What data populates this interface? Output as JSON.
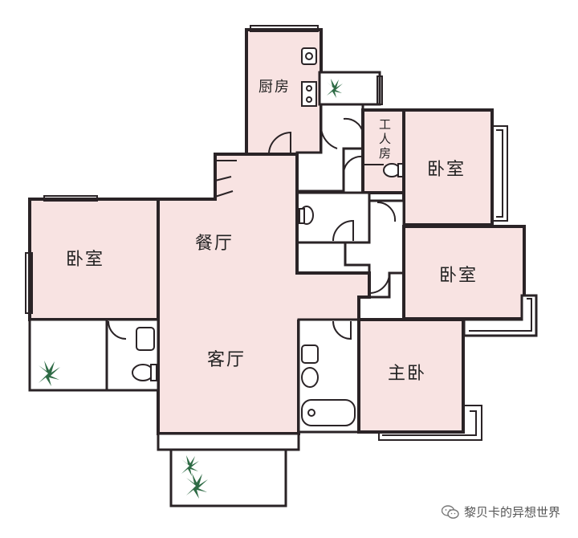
{
  "rooms": {
    "kitchen": "厨房",
    "servant_room_line1": "工",
    "servant_room_line2": "人",
    "servant_room_line3": "房",
    "bedroom_right_top": "卧室",
    "bedroom_left": "卧室",
    "dining_room": "餐厅",
    "bedroom_right_middle": "卧室",
    "living_room": "客厅",
    "master_bedroom": "主卧"
  },
  "watermark": {
    "text": "黎贝卡的异想世界",
    "icon": "wechat-icon"
  },
  "colors": {
    "floor": "#f8e3e2",
    "wall": "#2a2326",
    "outdoor": "#ffffff",
    "plant": "#2e6b45"
  }
}
